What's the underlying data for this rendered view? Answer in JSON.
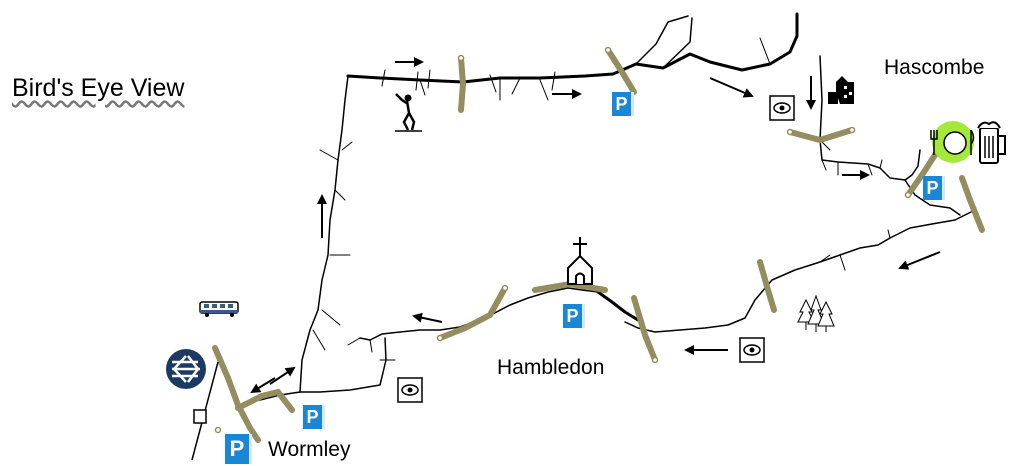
{
  "title": "Bird's Eye View",
  "places": {
    "hascombe": "Hascombe",
    "hambledon": "Hambledon",
    "wormley": "Wormley"
  },
  "parking_label": "P",
  "colors": {
    "route": "#000000",
    "section": "#948d5f",
    "parking": "#1a86d6",
    "pub_highlight": "#a5e83c",
    "rail_logo": "#1b3a63"
  },
  "icons": [
    "golfer-icon",
    "parking-icon",
    "viewpoint-icon",
    "house-icon",
    "restaurant-icon",
    "beer-icon",
    "church-icon",
    "trees-icon",
    "train-icon",
    "rail-logo-icon",
    "direction-arrow-icon",
    "level-crossing-icon"
  ]
}
